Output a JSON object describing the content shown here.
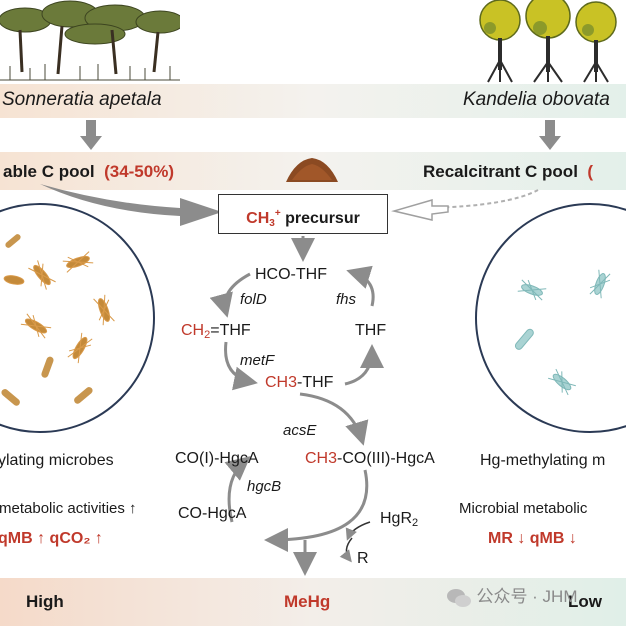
{
  "left_plant": {
    "species": "Sonneratia apetala"
  },
  "right_plant": {
    "species": "Kandelia obovata"
  },
  "left_pool": {
    "name": "able C pool",
    "percent": "(34-50%)"
  },
  "right_pool": {
    "name": "Recalcitrant C pool",
    "percent": "("
  },
  "precursor": {
    "main": "CH",
    "sub": "3",
    "sup": "+",
    "rest": " precursur"
  },
  "cycle": {
    "hco_thf": "HCO-THF",
    "ch2_a": "CH",
    "ch2_sub": "2",
    "ch2_b": "=THF",
    "thf": "THF",
    "ch3_a": "CH3",
    "ch3_b": "-THF",
    "gene_fold": "folD",
    "gene_fhs": "fhs",
    "gene_metf": "metF",
    "gene_acse": "acsE",
    "gene_hgcb": "hgcB"
  },
  "corrinoid": {
    "co1": "CO(I)-HgcA",
    "co3_a": "CH3",
    "co3_b": "-CO(III)-HgcA",
    "coh": "CO-HgcA",
    "hgr_a": "HgR",
    "hgr_sub": "2",
    "r": "R"
  },
  "left_microbes": {
    "label": "ylating microbes",
    "activity": "metabolic activities ↑",
    "stats": "qMB  ↑ qCO₂ ↑"
  },
  "right_microbes": {
    "label": "Hg-methylating m",
    "activity": "Microbial metabolic",
    "stats": "MR ↓ qMB  ↓"
  },
  "bottom": {
    "high": "High",
    "mehg": "MeHg",
    "low": "Low"
  },
  "watermark": {
    "text": "公众号 · JHM"
  },
  "colors": {
    "accent_red": "#c0392b",
    "arrow_gray": "#8c8c8c",
    "circle_border": "#2b3a55",
    "band_left": "#f6e3d3",
    "band_right": "#e6f1ec"
  }
}
